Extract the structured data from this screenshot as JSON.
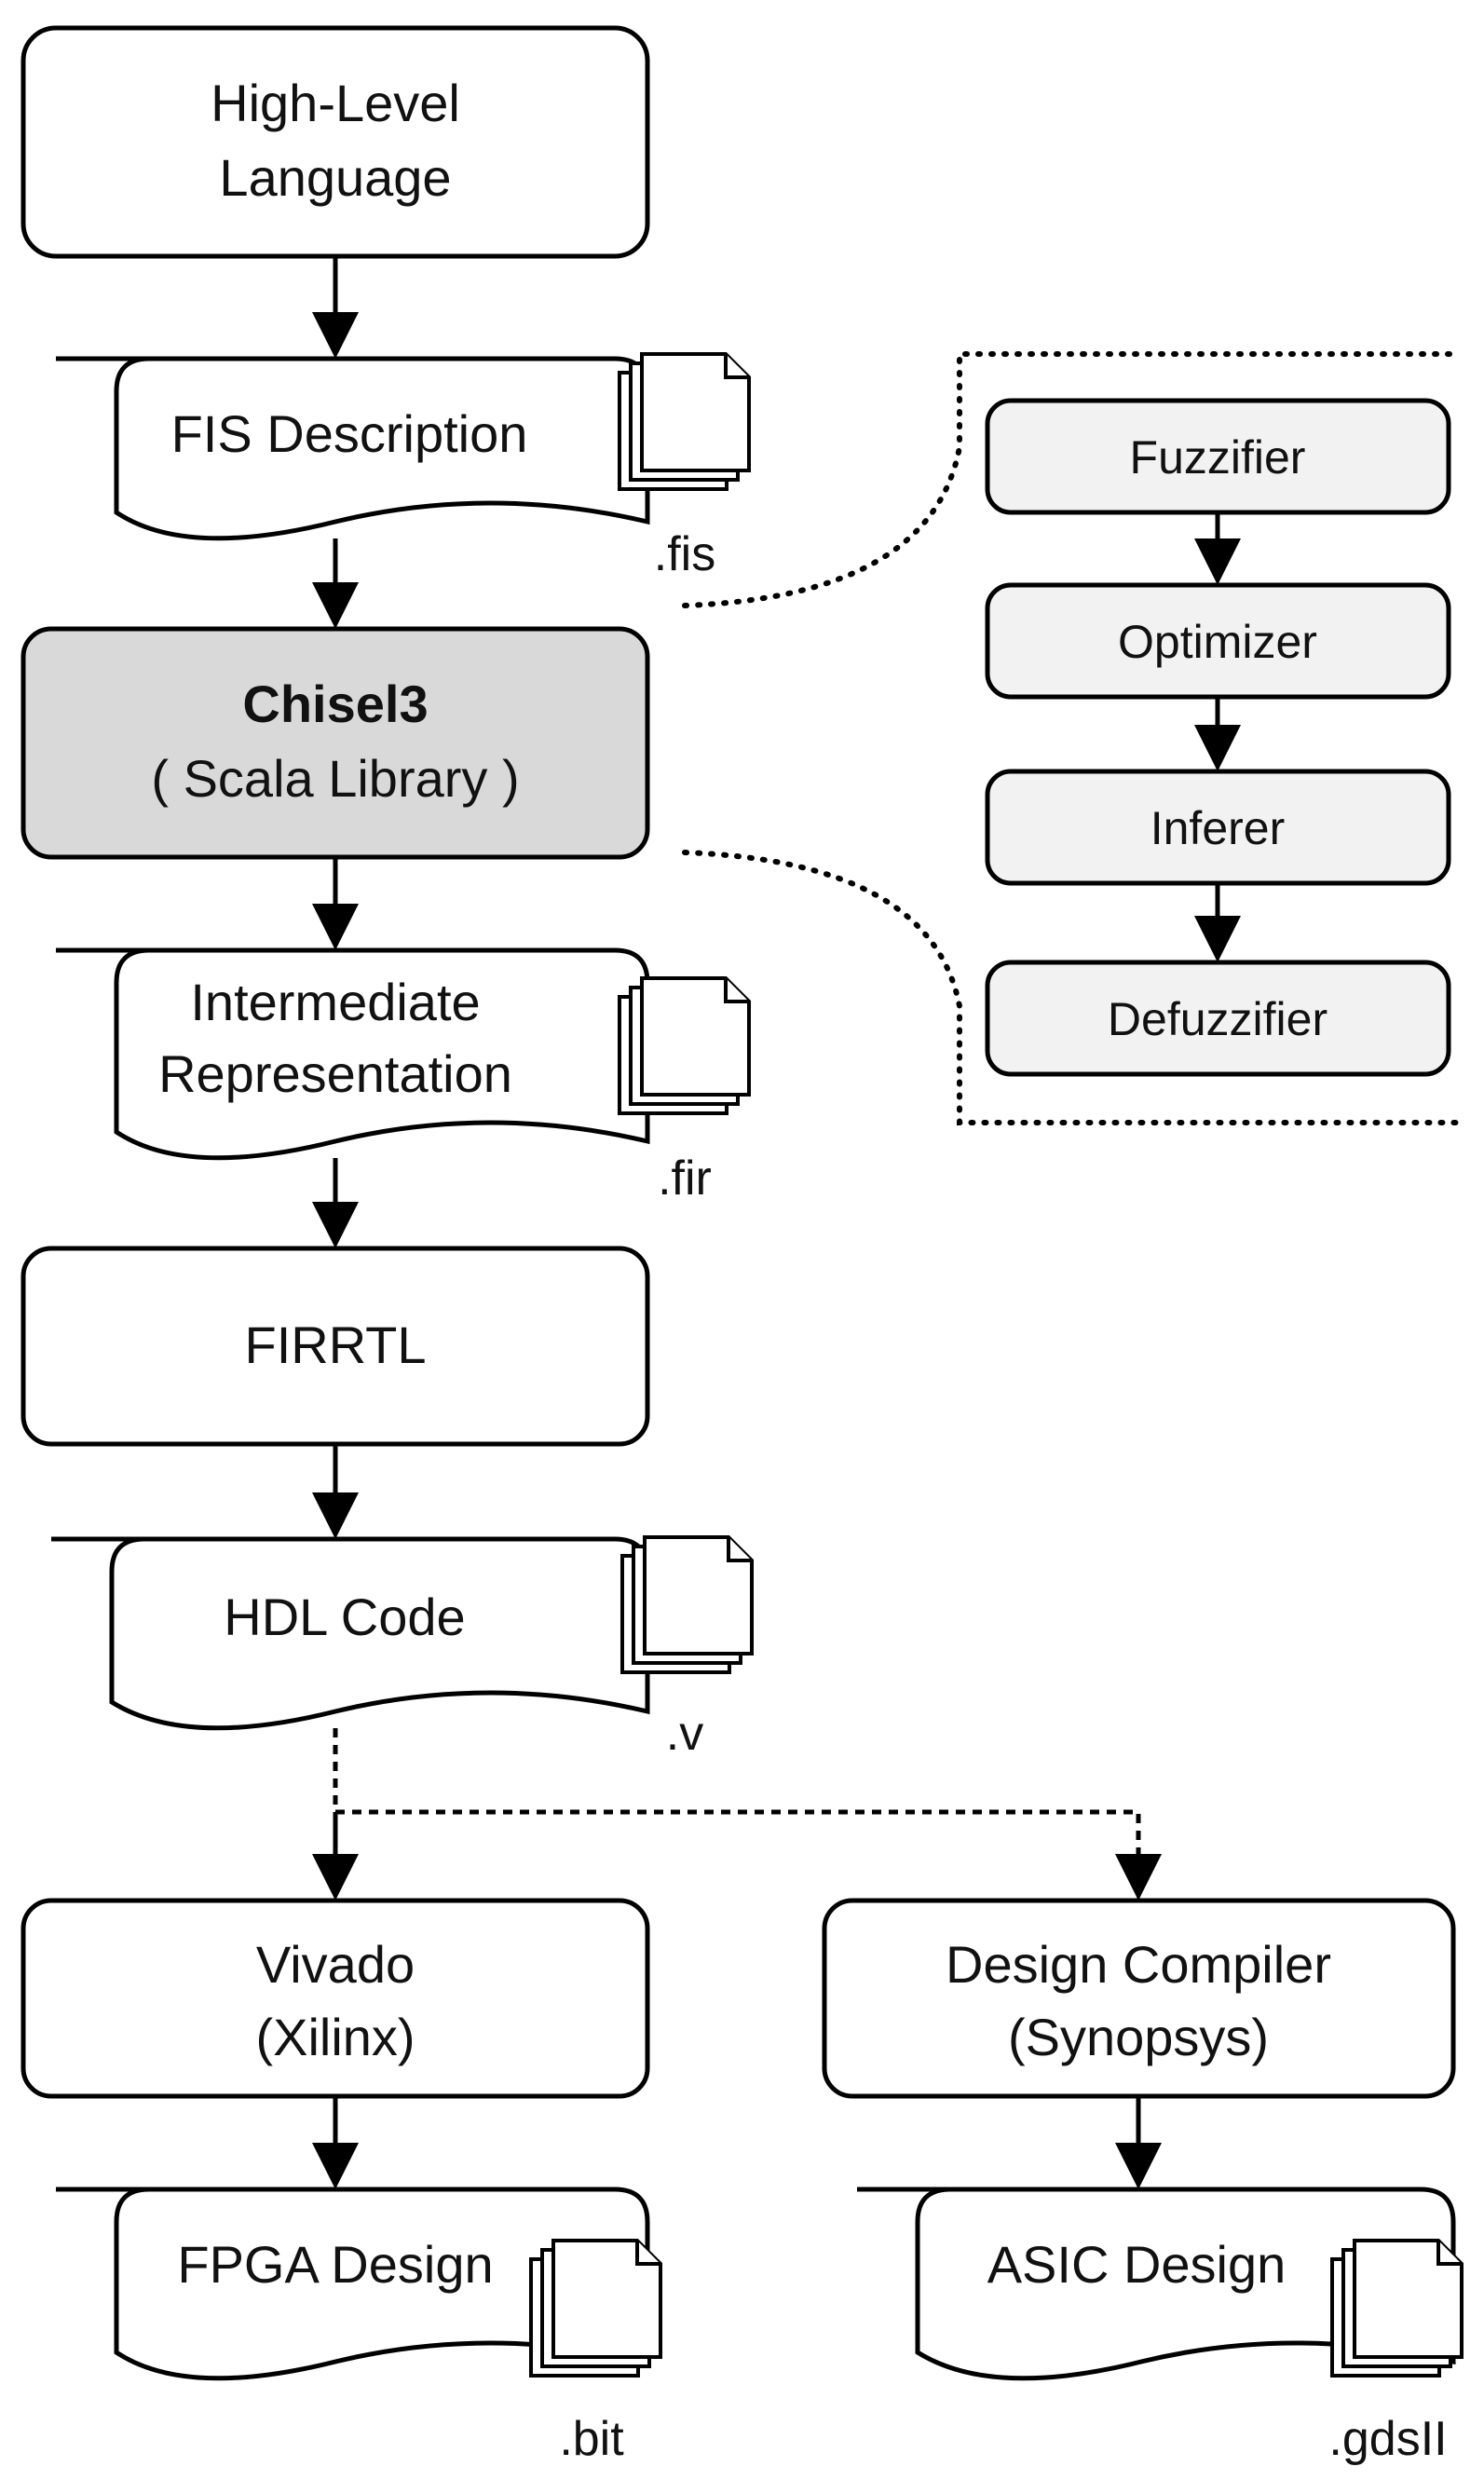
{
  "flow": {
    "high_level_language": [
      "High-Level",
      "Language"
    ],
    "fis_description": "FIS Description",
    "fis_ext": ".fis",
    "chisel_title": "Chisel3",
    "chisel_sub": "( Scala Library )",
    "intermediate": [
      "Intermediate",
      "Representation"
    ],
    "fir_ext": ".fir",
    "firrtl": "FIRRTL",
    "hdl_code": "HDL Code",
    "v_ext": ".v",
    "vivado": [
      "Vivado",
      "(Xilinx)"
    ],
    "design_compiler": [
      "Design Compiler",
      "(Synopsys)"
    ],
    "fpga_design": "FPGA Design",
    "bit_ext": ".bit",
    "asic_design": "ASIC Design",
    "gds_ext": ".gdsII"
  },
  "chisel_detail": {
    "steps": [
      "Fuzzifier",
      "Optimizer",
      "Inferer",
      "Defuzzifier"
    ]
  },
  "colors": {
    "chisel_fill": "#d9d9d9",
    "step_fill": "#f2f2f2",
    "stroke": "#000000"
  }
}
